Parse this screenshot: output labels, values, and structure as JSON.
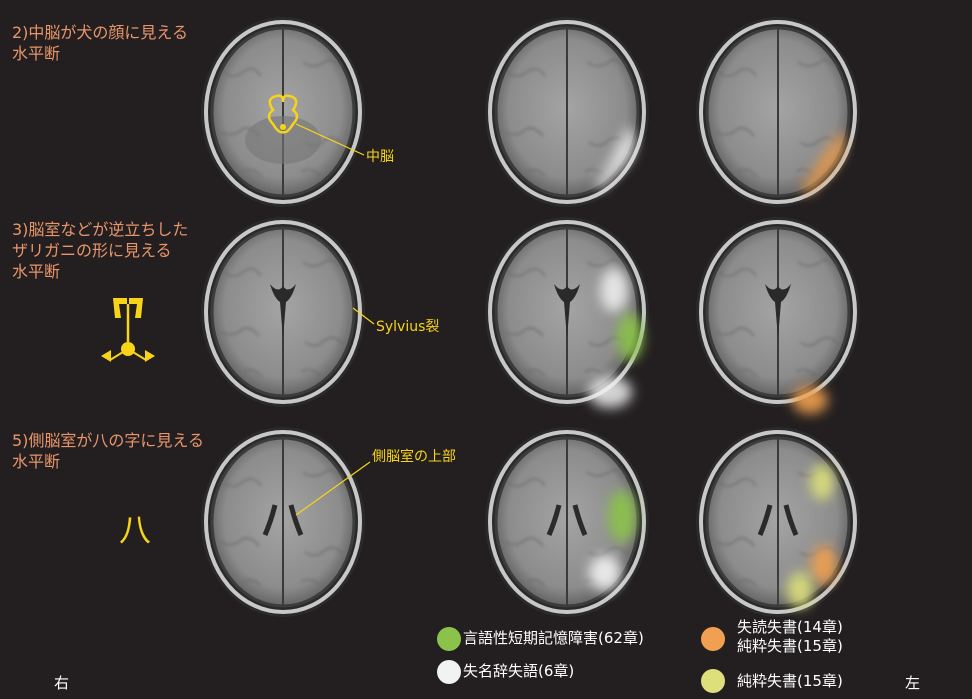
{
  "colors": {
    "background": "#231f20",
    "label_orange": "#e8956a",
    "annotation_yellow": "#f7d417",
    "area_green": "#8bc34a",
    "area_white": "#f2f2f2",
    "area_orange": "#f0a050",
    "area_yellow_green": "#dde07a"
  },
  "sections": [
    {
      "title": "2)中脳が犬の顔に見える\n水平断",
      "annotation": "中脳"
    },
    {
      "title": "3)脳室などが逆立ちした\nザリガニの形に見える\n水平断",
      "annotation": "Sylvius裂"
    },
    {
      "title": "5)側脳室が八の字に見える\n水平断",
      "annotation": "側脳室の上部",
      "symbol": "八"
    }
  ],
  "orientation": {
    "right": "右",
    "left": "左"
  },
  "legend": [
    {
      "label": "言語性短期記憶障害(62章)",
      "color": "#8bc34a"
    },
    {
      "label": "失名辞失語(6章)",
      "color": "#f2f2f2"
    },
    {
      "label": "失読失書(14章)",
      "color": "#f0a050"
    },
    {
      "label": "純粋失書(15章)",
      "color": "#f0a050"
    },
    {
      "label": "純粋失書(15章)",
      "color": "#dde07a"
    }
  ]
}
